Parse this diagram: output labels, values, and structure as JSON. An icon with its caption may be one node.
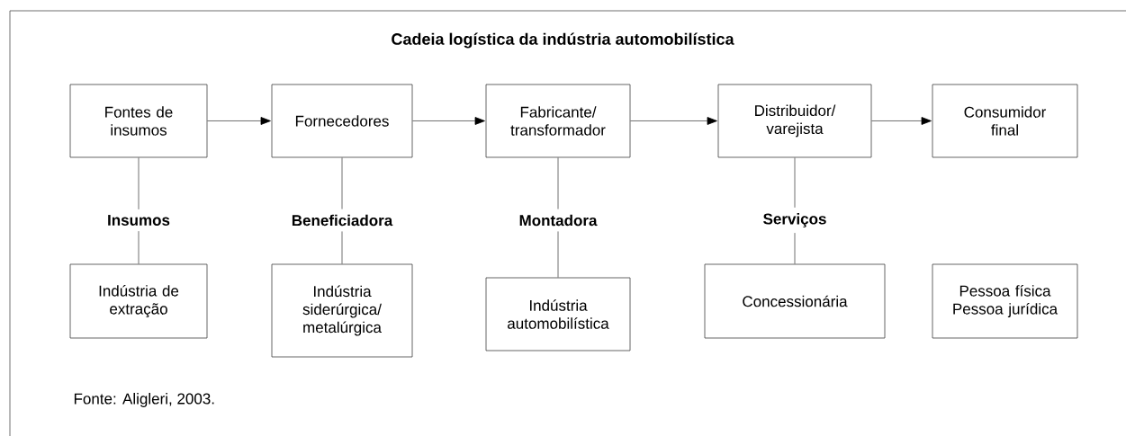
{
  "diagram": {
    "title": "Cadeia logística da indústria automobilística",
    "caption": "Fonte: Aligleri, 2003.",
    "nodes": [
      {
        "text": [
          "Fontes de insumos"
        ]
      },
      {
        "text": [
          "Fornecedores"
        ]
      },
      {
        "text": [
          "Fabricante/ transformador"
        ]
      },
      {
        "text": [
          "Distribuidor/ varejista"
        ]
      },
      {
        "text": [
          "Consumidor final"
        ]
      },
      {
        "text": [
          "Insumos"
        ]
      },
      {
        "text": [
          "Beneficiadora"
        ]
      },
      {
        "text": [
          "Montadora"
        ]
      },
      {
        "text": [
          "Serviços"
        ]
      },
      {
        "text": [
          "Indústria de extração"
        ]
      },
      {
        "text": [
          "Indústria siderúrgica/ metalúrgica"
        ]
      },
      {
        "text": [
          "Indústria automobilística"
        ]
      },
      {
        "text": [
          "Concessionária"
        ]
      },
      {
        "text": [
          "Pessoa física",
          "Pessoa jurídica"
        ]
      }
    ],
    "edges": [
      {
        "from": 0,
        "to": 1,
        "arrow": "to"
      },
      {
        "from": 1,
        "to": 2,
        "arrow": "to"
      },
      {
        "from": 2,
        "to": 3,
        "arrow": "to"
      },
      {
        "from": 3,
        "to": 4,
        "arrow": "to"
      },
      {
        "from": 0,
        "to": 5,
        "arrow": "none"
      },
      {
        "from": 5,
        "to": 9,
        "arrow": "none"
      },
      {
        "from": 1,
        "to": 6,
        "arrow": "none"
      },
      {
        "from": 6,
        "to": 10,
        "arrow": "none"
      },
      {
        "from": 2,
        "to": 7,
        "arrow": "none"
      },
      {
        "from": 7,
        "to": 11,
        "arrow": "none"
      },
      {
        "from": 3,
        "to": 8,
        "arrow": "none"
      },
      {
        "from": 8,
        "to": 12,
        "arrow": "none"
      }
    ]
  }
}
